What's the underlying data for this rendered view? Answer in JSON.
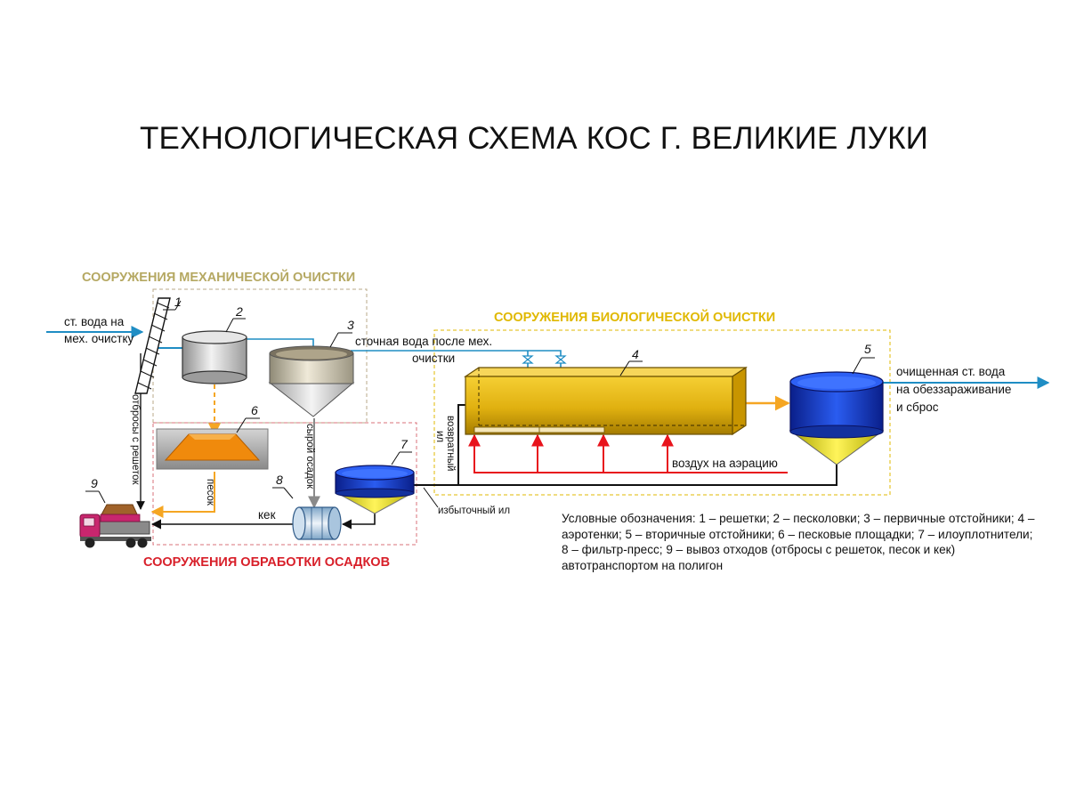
{
  "title": "ТЕХНОЛОГИЧЕСКАЯ СХЕМА КОС Г. ВЕЛИКИЕ ЛУКИ",
  "groups": {
    "mechanical": "СООРУЖЕНИЯ МЕХАНИЧЕСКОЙ ОЧИСТКИ",
    "biological": "СООРУЖЕНИЯ БИОЛОГИЧЕСКОЙ ОЧИСТКИ",
    "sludge": "СООРУЖЕНИЯ ОБРАБОТКИ ОСАДКОВ"
  },
  "numbers": [
    "1",
    "2",
    "3",
    "4",
    "5",
    "6",
    "7",
    "8",
    "9"
  ],
  "labels": {
    "inflow_line1": "ст. вода на",
    "inflow_line2": "мех. очистку",
    "after_mech_line1": "сточная вода после мех.",
    "after_mech_line2": "очистки",
    "outflow_line1": "очищенная ст. вода",
    "outflow_line2": "на обеззараживание",
    "outflow_line3": "и сброс",
    "air": "воздух на аэрацию",
    "excess_sludge": "избыточный ил",
    "cake": "кек",
    "sand": "песок",
    "raw_sludge": "сырой осадок",
    "screenings": "отбросы с  решеток",
    "return_sludge_line1": "возвратный",
    "return_sludge_line2": "ил"
  },
  "legend": "Условные обозначения: 1 – решетки; 2 – песколовки; 3 – первичные отстойники; 4 – аэротенки; 5 – вторичные отстойники; 6 – песковые площадки; 7 – илоуплотнители; 8 – фильтр-пресс; 9 – вывоз отходов (отбросы с решеток, песок и кек) автотранспортом на полигон",
  "colors": {
    "water_flow": "#1f8dc4",
    "air_flow": "#e8141c",
    "sand_flow": "#f5a623",
    "sludge_flow": "#9a9a9a",
    "mechanical_title": "#b5a862",
    "biological_title": "#e0b800",
    "sludge_title": "#d8202a",
    "aerotank": "#e0b010",
    "clarifier": "#1a3fd6",
    "truck": "#c8266e"
  }
}
